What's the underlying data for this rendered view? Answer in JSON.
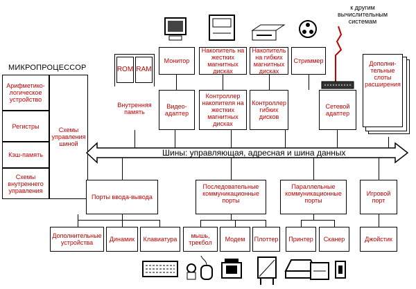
{
  "diagram": {
    "microprocessor": {
      "title": "МИКРОПРОЦЕССОР",
      "alu": "Арифметико-логическое устройство",
      "registers": "Регистры",
      "cache": "Кэш-память",
      "internal_control": "Схемы внутреннего управления",
      "bus_control": "Схемы управления шиной"
    },
    "bus": {
      "label": "Шины: управляющая, адресная и шина данных"
    },
    "top_devices": {
      "rom": "ROM",
      "ram": "RAM",
      "internal_memory": "Внутренняя память",
      "monitor": "Монитор",
      "video_adapter": "Видео-адаптер",
      "hdd": "Накопитель на жестких магнитных дисках",
      "hdd_controller": "Контроллер накопителя на жестких магнитных дисках",
      "fdd": "Накопитель на гибких магнитных дисках",
      "fdd_controller": "Контроллер гибких дисков",
      "streamer": "Стриммер",
      "network_adapter": "Сетевой адаптер",
      "other_systems": "к другим вычислительным системам",
      "expansion_slots": "Дополни-тельные слоты расширения"
    },
    "ports": {
      "io_ports": "Порты ввода-вывода",
      "serial_ports": "Последовательные коммуникационные порты",
      "parallel_ports": "Параллельные коммуникационные порты",
      "game_port": "Игровой порт"
    },
    "bottom_devices": {
      "additional": "Дополнительные устройства",
      "speaker": "Динамик",
      "keyboard": "Клавиатура",
      "mouse": "мышь, трекбол",
      "modem": "Модем",
      "plotter": "Плоттер",
      "printer": "Принтер",
      "scanner": "Сканер",
      "joystick": "Джойстик"
    },
    "colors": {
      "box_text": "#c00000",
      "lines": "#000000"
    }
  }
}
